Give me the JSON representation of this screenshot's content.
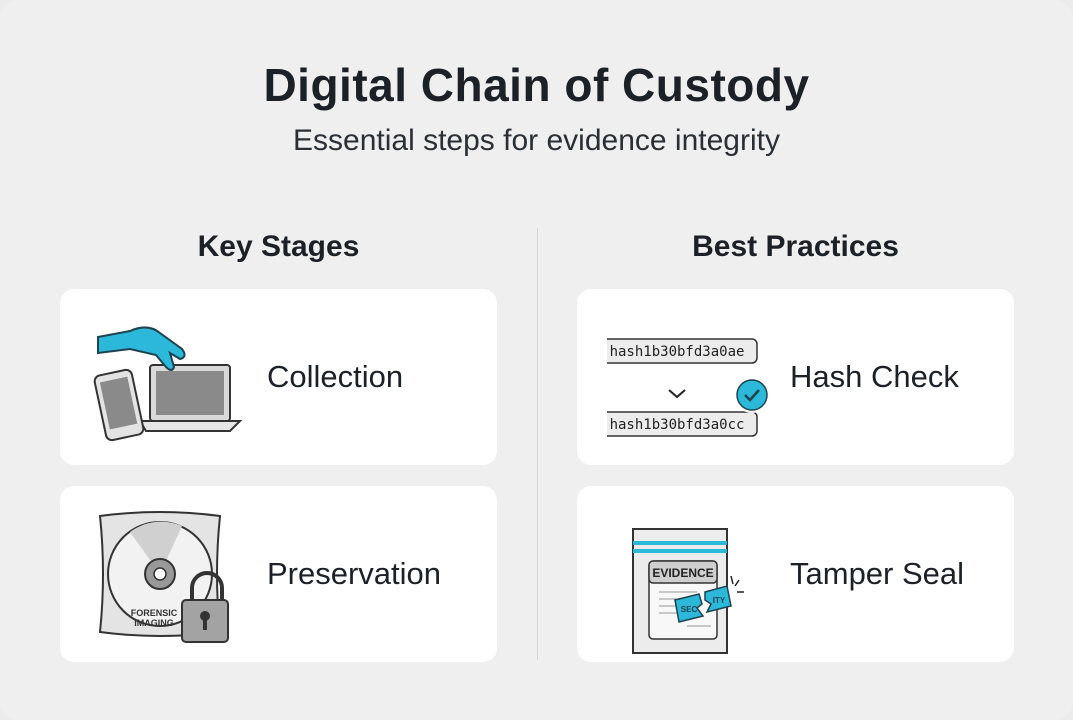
{
  "header": {
    "title": "Digital Chain of Custody",
    "subtitle": "Essential steps for evidence integrity"
  },
  "columns": [
    {
      "heading": "Key Stages",
      "items": [
        {
          "label": "Collection",
          "icon": "gloved-hand-devices-icon"
        },
        {
          "label": "Preservation",
          "icon": "sealed-disc-lock-icon",
          "icon_text": "FORENSIC IMAGING"
        }
      ]
    },
    {
      "heading": "Best Practices",
      "items": [
        {
          "label": "Hash Check",
          "icon": "hash-compare-icon",
          "hash_a": "hash1b30bfd3a0ae",
          "hash_b": "hash1b30bfd3a0cc"
        },
        {
          "label": "Tamper Seal",
          "icon": "evidence-bag-seal-icon",
          "bag_text": "EVIDENCE",
          "seal_text_a": "SEC",
          "seal_text_b": "ITY"
        }
      ]
    }
  ],
  "colors": {
    "accent": "#2bb8d9",
    "background": "#efefef",
    "card": "#ffffff",
    "text": "#1c2127"
  }
}
